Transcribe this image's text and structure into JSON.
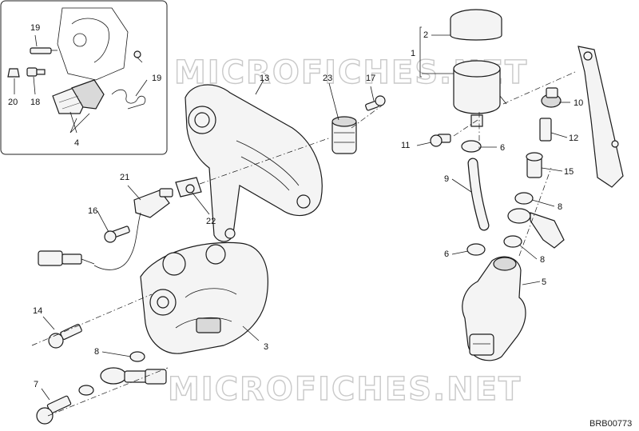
{
  "diagram": {
    "reference_code": "BRB00773",
    "watermark": "MICROFICHES.NET",
    "callouts": {
      "c1": "1",
      "c2": "2",
      "c3": "3",
      "c4": "4",
      "c5": "5",
      "c6a": "6",
      "c6b": "6",
      "c7": "7",
      "c8a": "8",
      "c8b": "8",
      "c8c": "8",
      "c9": "9",
      "c10": "10",
      "c11": "11",
      "c12": "12",
      "c13": "13",
      "c14": "14",
      "c15": "15",
      "c16": "16",
      "c17": "17",
      "c18": "18",
      "c19a": "19",
      "c19b": "19",
      "c20": "20",
      "c21": "21",
      "c22": "22",
      "c23": "23"
    }
  }
}
